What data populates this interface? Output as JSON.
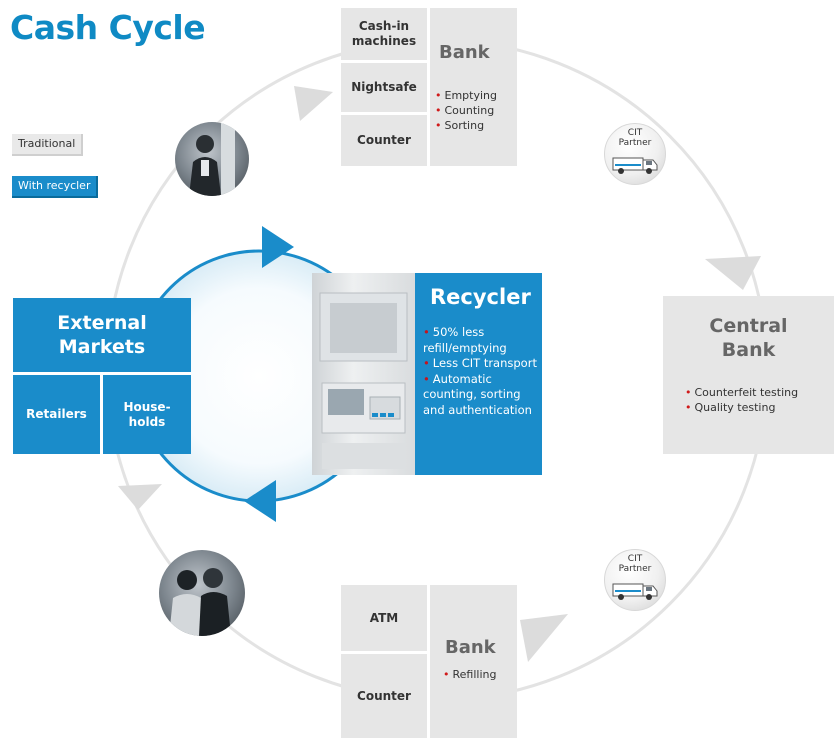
{
  "title": "Cash Cycle",
  "legend": {
    "traditional": "Traditional",
    "with_recycler": "With recycler"
  },
  "bank_top": {
    "cells": [
      "Cash-in machines",
      "Nightsafe",
      "Counter"
    ],
    "heading": "Bank",
    "bullets": [
      "Emptying",
      "Counting",
      "Sorting"
    ]
  },
  "cit_top": {
    "line1": "CIT",
    "line2": "Partner"
  },
  "cit_bottom": {
    "line1": "CIT",
    "line2": "Partner"
  },
  "central_bank": {
    "line1": "Central",
    "line2": "Bank",
    "bullets": [
      "Counterfeit testing",
      "Quality testing"
    ]
  },
  "bank_bottom": {
    "cells": [
      "ATM",
      "Counter"
    ],
    "heading": "Bank",
    "bullets": [
      "Refilling"
    ]
  },
  "external_markets": {
    "line1": "External",
    "line2": "Markets",
    "retailers": "Retailers",
    "households_1": "House-",
    "households_2": "holds"
  },
  "recycler": {
    "heading": "Recycler",
    "bullets": [
      "50% less refill/emptying",
      "Less CIT transport",
      "Automatic counting, sorting and authentication"
    ]
  },
  "colors": {
    "brand_blue": "#1a8cca",
    "title_blue": "#0f8ac4",
    "bullet_red": "#d01a1a",
    "panel_gray": "#e6e6e6"
  },
  "icons": [
    "businessman-photo",
    "people-photo",
    "cit-van-icon",
    "atm-recycler-image"
  ]
}
